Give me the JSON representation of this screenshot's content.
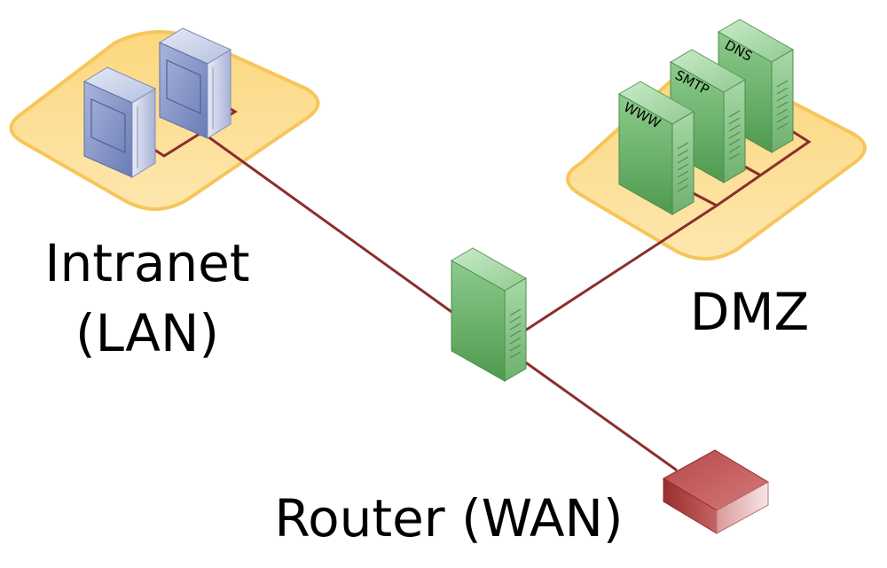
{
  "labels": {
    "intranet_line1": "Intranet",
    "intranet_line2": "(LAN)",
    "dmz": "DMZ",
    "router": "Router (WAN)"
  },
  "servers": {
    "dns": "DNS",
    "smtp": "SMTP",
    "www": "WWW"
  },
  "colors": {
    "zone_fill": "#fddb87",
    "zone_stroke": "#f9c85c",
    "link": "#8b2e2e",
    "server_green": "#6aad6a",
    "client_blue": "#8d9ccc",
    "router_red": "#a83a3a"
  }
}
